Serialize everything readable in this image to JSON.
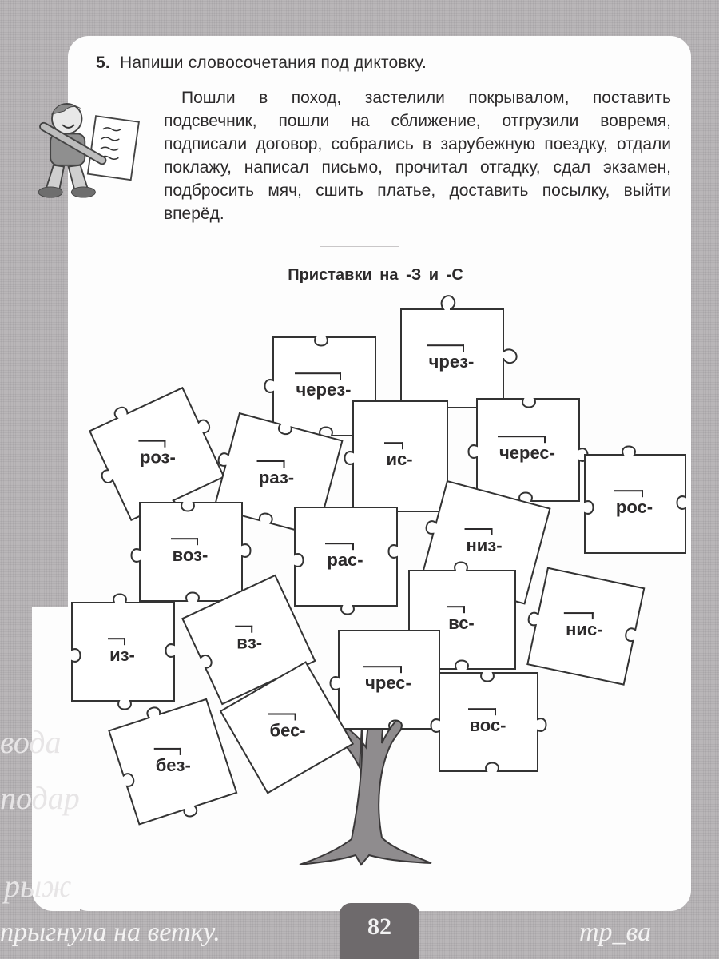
{
  "task": {
    "number": "5.",
    "instruction": "Напиши словосочетания под диктовку.",
    "dictation_text": "Пошли в поход, застелили покрывалом, поставить подсвечник, пошли на сближение, отгрузили вовремя, подписали договор, собрались в зарубежную поездку, отдали поклажу, написал письмо, прочитал отгадку, сдал экзамен, подбросить мяч, сшить платье, доставить посылку, выйти вперёд."
  },
  "illustration": {
    "boy_icon": "boy-with-pencil-and-notebook",
    "tree_icon": "tree-trunk"
  },
  "puzzle": {
    "title": "Приставки на -З и -С",
    "pieces": [
      {
        "label": "чрез-"
      },
      {
        "label": "через-"
      },
      {
        "label": "роз-"
      },
      {
        "label": "раз-"
      },
      {
        "label": "ис-"
      },
      {
        "label": "черес-"
      },
      {
        "label": "рос-"
      },
      {
        "label": "воз-"
      },
      {
        "label": "рас-"
      },
      {
        "label": "низ-"
      },
      {
        "label": "из-"
      },
      {
        "label": "вз-"
      },
      {
        "label": "вс-"
      },
      {
        "label": "нис-"
      },
      {
        "label": "чрес-"
      },
      {
        "label": "бес-"
      },
      {
        "label": "вос-"
      },
      {
        "label": "без-"
      }
    ]
  },
  "footer": {
    "page_number": "82",
    "left_script": "прыгнула на ветку.",
    "right_script": "тр_ва"
  },
  "margin_script": [
    "вода",
    "подар",
    "рыж"
  ]
}
